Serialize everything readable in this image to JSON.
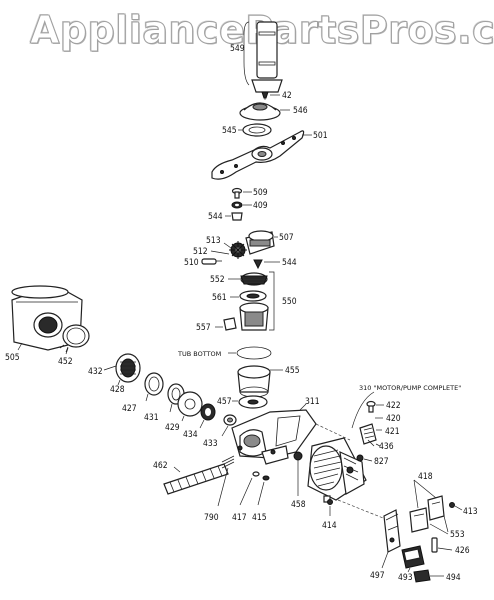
{
  "watermark": "AppliancePartsPros.com",
  "labels": {
    "p549": "549",
    "p42": "42",
    "p546": "546",
    "p545": "545",
    "p501": "501",
    "p509": "509",
    "p409": "409",
    "p544a": "544",
    "p507": "507",
    "p513": "513",
    "p512": "512",
    "p510": "510",
    "p544b": "544",
    "p552": "552",
    "p561": "561",
    "p550": "550",
    "p557": "557",
    "p505": "505",
    "p452": "452",
    "p432": "432",
    "p428": "428",
    "p427": "427",
    "p431": "431",
    "p429": "429",
    "p434": "434",
    "p433": "433",
    "p457": "457",
    "p455": "455",
    "p311": "311",
    "p462": "462",
    "p790": "790",
    "p417": "417",
    "p415": "415",
    "p458": "458",
    "p414": "414",
    "p827": "827",
    "p436": "436",
    "p421": "421",
    "p420": "420",
    "p422": "422",
    "p418": "418",
    "p413": "413",
    "p553": "553",
    "p426": "426",
    "p497": "497",
    "p493": "493",
    "p494": "494"
  },
  "notes": {
    "tub_bottom": "TUB BOTTOM",
    "motor_pump": "310 \"MOTOR/PUMP COMPLETE\""
  }
}
